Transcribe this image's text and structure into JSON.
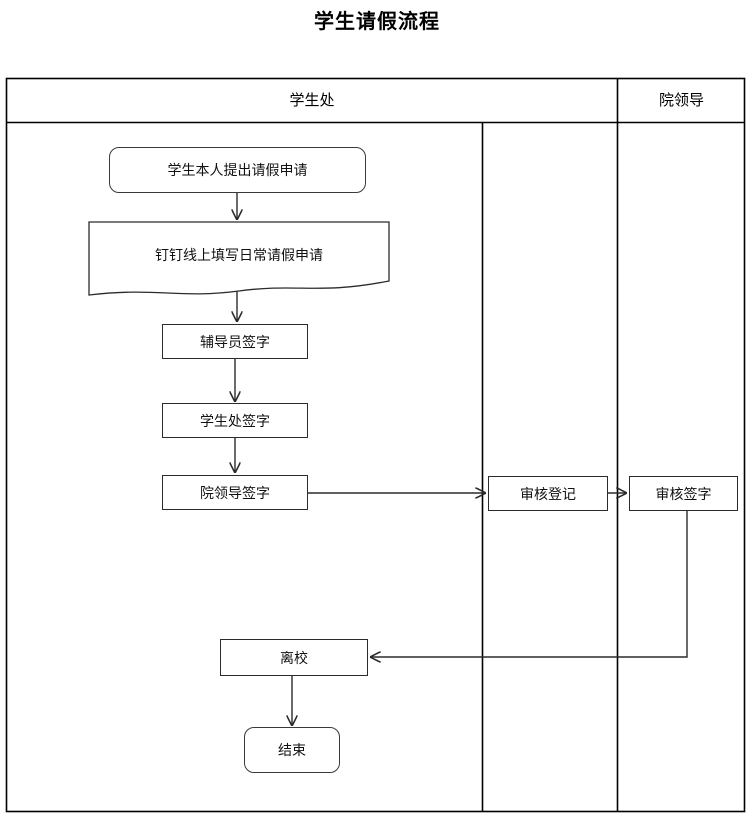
{
  "title": "学生请假流程",
  "lanes": [
    {
      "id": "student-affairs",
      "label": "学生处"
    },
    {
      "id": "college-leadership",
      "label": "院领导"
    }
  ],
  "nodes": [
    {
      "id": "start",
      "label": "学生本人提出请假申请",
      "shape": "rounded",
      "lane": "student-affairs"
    },
    {
      "id": "dingtalk-form",
      "label": "钉钉线上填写日常请假申请",
      "shape": "document",
      "lane": "student-affairs"
    },
    {
      "id": "counselor-sign",
      "label": "辅导员签字",
      "shape": "rect",
      "lane": "student-affairs"
    },
    {
      "id": "office-sign",
      "label": "学生处签字",
      "shape": "rect",
      "lane": "student-affairs"
    },
    {
      "id": "leader-sign",
      "label": "院领导签字",
      "shape": "rect",
      "lane": "student-affairs"
    },
    {
      "id": "review-register",
      "label": "审核登记",
      "shape": "rect",
      "lane": "student-affairs"
    },
    {
      "id": "review-sign",
      "label": "审核签字",
      "shape": "rect",
      "lane": "college-leadership"
    },
    {
      "id": "leave-campus",
      "label": "离校",
      "shape": "rect",
      "lane": "student-affairs"
    },
    {
      "id": "end",
      "label": "结束",
      "shape": "rounded",
      "lane": "student-affairs"
    }
  ],
  "edges": [
    {
      "from": "start",
      "to": "dingtalk-form",
      "direction": "down"
    },
    {
      "from": "dingtalk-form",
      "to": "counselor-sign",
      "direction": "down"
    },
    {
      "from": "counselor-sign",
      "to": "office-sign",
      "direction": "down"
    },
    {
      "from": "office-sign",
      "to": "leader-sign",
      "direction": "down"
    },
    {
      "from": "leader-sign",
      "to": "review-register",
      "direction": "right"
    },
    {
      "from": "review-register",
      "to": "review-sign",
      "direction": "right"
    },
    {
      "from": "review-sign",
      "to": "leave-campus",
      "direction": "down-left"
    },
    {
      "from": "leave-campus",
      "to": "end",
      "direction": "down"
    }
  ],
  "colors": {
    "line": "#2b2b2b",
    "frame": "#000000",
    "background": "#ffffff",
    "text": "#111111"
  }
}
